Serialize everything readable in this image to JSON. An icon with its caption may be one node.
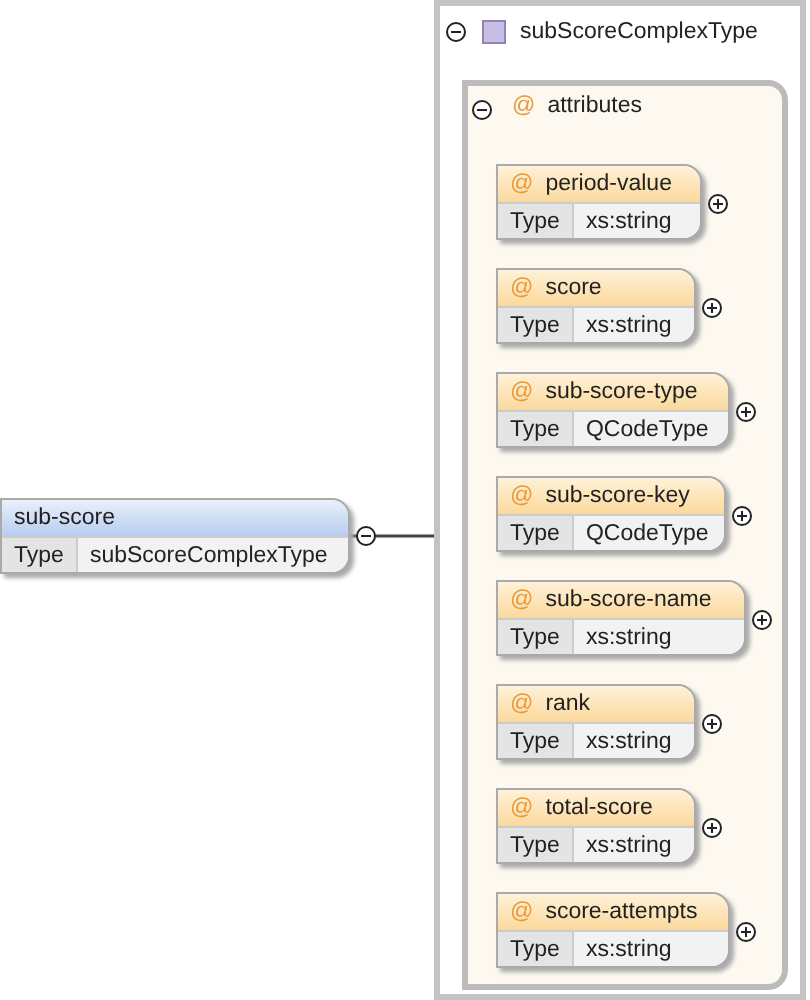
{
  "diagram": {
    "nodes": [
      {
        "text": [
          "sub-score",
          "Type",
          "subScoreComplexType"
        ]
      },
      {
        "text": [
          "subScoreComplexType"
        ]
      },
      {
        "text": [
          "@",
          "attributes"
        ],
        "in": 1
      },
      {
        "text": [
          "@",
          "period-value",
          "Type",
          "xs:string"
        ],
        "in": 2
      },
      {
        "text": [
          "@",
          "score",
          "Type",
          "xs:string"
        ],
        "in": 2
      },
      {
        "text": [
          "@",
          "sub-score-type",
          "Type",
          "QCodeType"
        ],
        "in": 2
      },
      {
        "text": [
          "@",
          "sub-score-key",
          "Type",
          "QCodeType"
        ],
        "in": 2
      },
      {
        "text": [
          "@",
          "sub-score-name",
          "Type",
          "xs:string"
        ],
        "in": 2
      },
      {
        "text": [
          "@",
          "rank",
          "Type",
          "xs:string"
        ],
        "in": 2
      },
      {
        "text": [
          "@",
          "total-score",
          "Type",
          "xs:string"
        ],
        "in": 2
      },
      {
        "text": [
          "@",
          "score-attempts",
          "Type",
          "xs:string"
        ],
        "in": 2
      }
    ],
    "edges": [
      {
        "from": 0,
        "to": 1,
        "arrow": "none"
      }
    ]
  }
}
